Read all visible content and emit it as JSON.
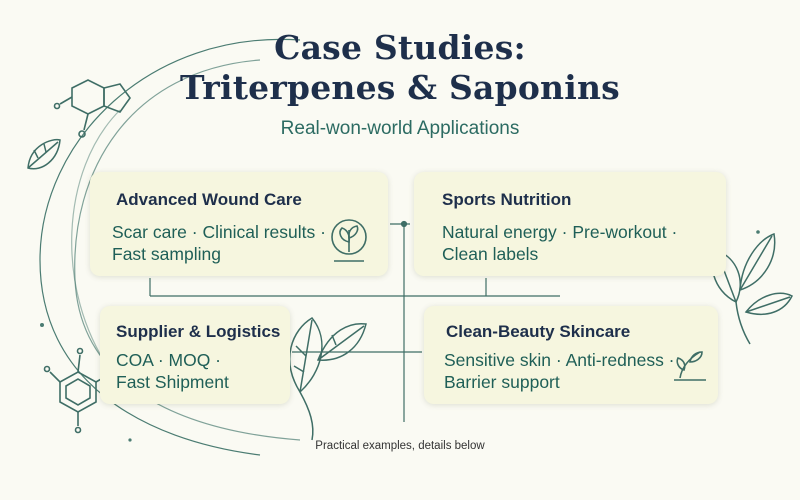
{
  "title_line1": "Case Studies:",
  "title_line2": "Triterpenes & Saponins",
  "subtitle": "Real-won-world Applications",
  "cards": [
    {
      "title": "Advanced Wound Care",
      "line1": "Scar care · Clinical results ·",
      "line2": "Fast sampling",
      "icon": "leaf-in-circle-icon"
    },
    {
      "title": "Sports Nutrition",
      "line1": "Natural energy · Pre-workout ·",
      "line2": "Clean labels",
      "icon": ""
    },
    {
      "title": "Supplier & Logistics",
      "line1": "COA · MOQ ·",
      "line2": "Fast Shipment",
      "icon": ""
    },
    {
      "title": "Clean-Beauty Skincare",
      "line1": "Sensitive skin · Anti-redness ·",
      "line2": "Barrier support",
      "icon": "plant-sprout-icon"
    }
  ],
  "footer": "Practical examples, details below",
  "colors": {
    "title": "#1e2f4b",
    "accent_green": "#2c6b62",
    "card_bg": "#f6f6df",
    "background": "#fafaf3"
  }
}
